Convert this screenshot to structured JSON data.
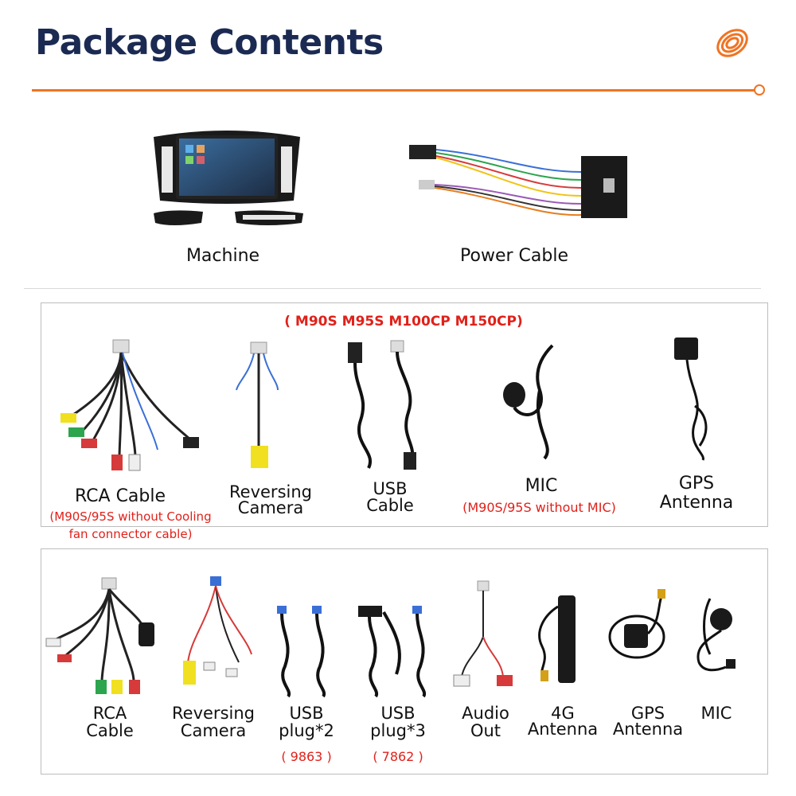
{
  "header": {
    "title": "Package Contents",
    "accent_color": "#f07322",
    "title_color": "#1b2a52",
    "logo_icon": "orange-rings-logo"
  },
  "top_items": [
    {
      "label": "Machine",
      "icon": "car-head-unit-image"
    },
    {
      "label": "Power Cable",
      "icon": "wiring-harness-image"
    }
  ],
  "section1": {
    "models": "( M90S M95S M100CP M150CP)",
    "items": [
      {
        "label": "RCA Cable",
        "note": "(M90S/95S without Cooling fan connector cable)",
        "note_line1": "(M90S/95S without Cooling",
        "note_line2": "fan connector cable)"
      },
      {
        "label_line1": "Reversing",
        "label_line2": "Camera"
      },
      {
        "label_line1": "USB",
        "label_line2": "Cable"
      },
      {
        "label": "MIC",
        "note": "(M90S/95S without MIC)"
      },
      {
        "label_line1": "GPS",
        "label_line2": "Antenna"
      }
    ]
  },
  "section2": {
    "items": [
      {
        "label_line1": "RCA",
        "label_line2": "Cable"
      },
      {
        "label_line1": "Reversing",
        "label_line2": "Camera"
      },
      {
        "label_line1": "USB",
        "label_line2": "plug*2",
        "note": "( 9863 )"
      },
      {
        "label_line1": "USB",
        "label_line2": "plug*3",
        "note": "( 7862 )"
      },
      {
        "label_line1": "Audio",
        "label_line2": "Out"
      },
      {
        "label_line1": "4G",
        "label_line2": "Antenna"
      },
      {
        "label_line1": "GPS",
        "label_line2": "Antenna"
      },
      {
        "label": "MIC"
      }
    ]
  }
}
